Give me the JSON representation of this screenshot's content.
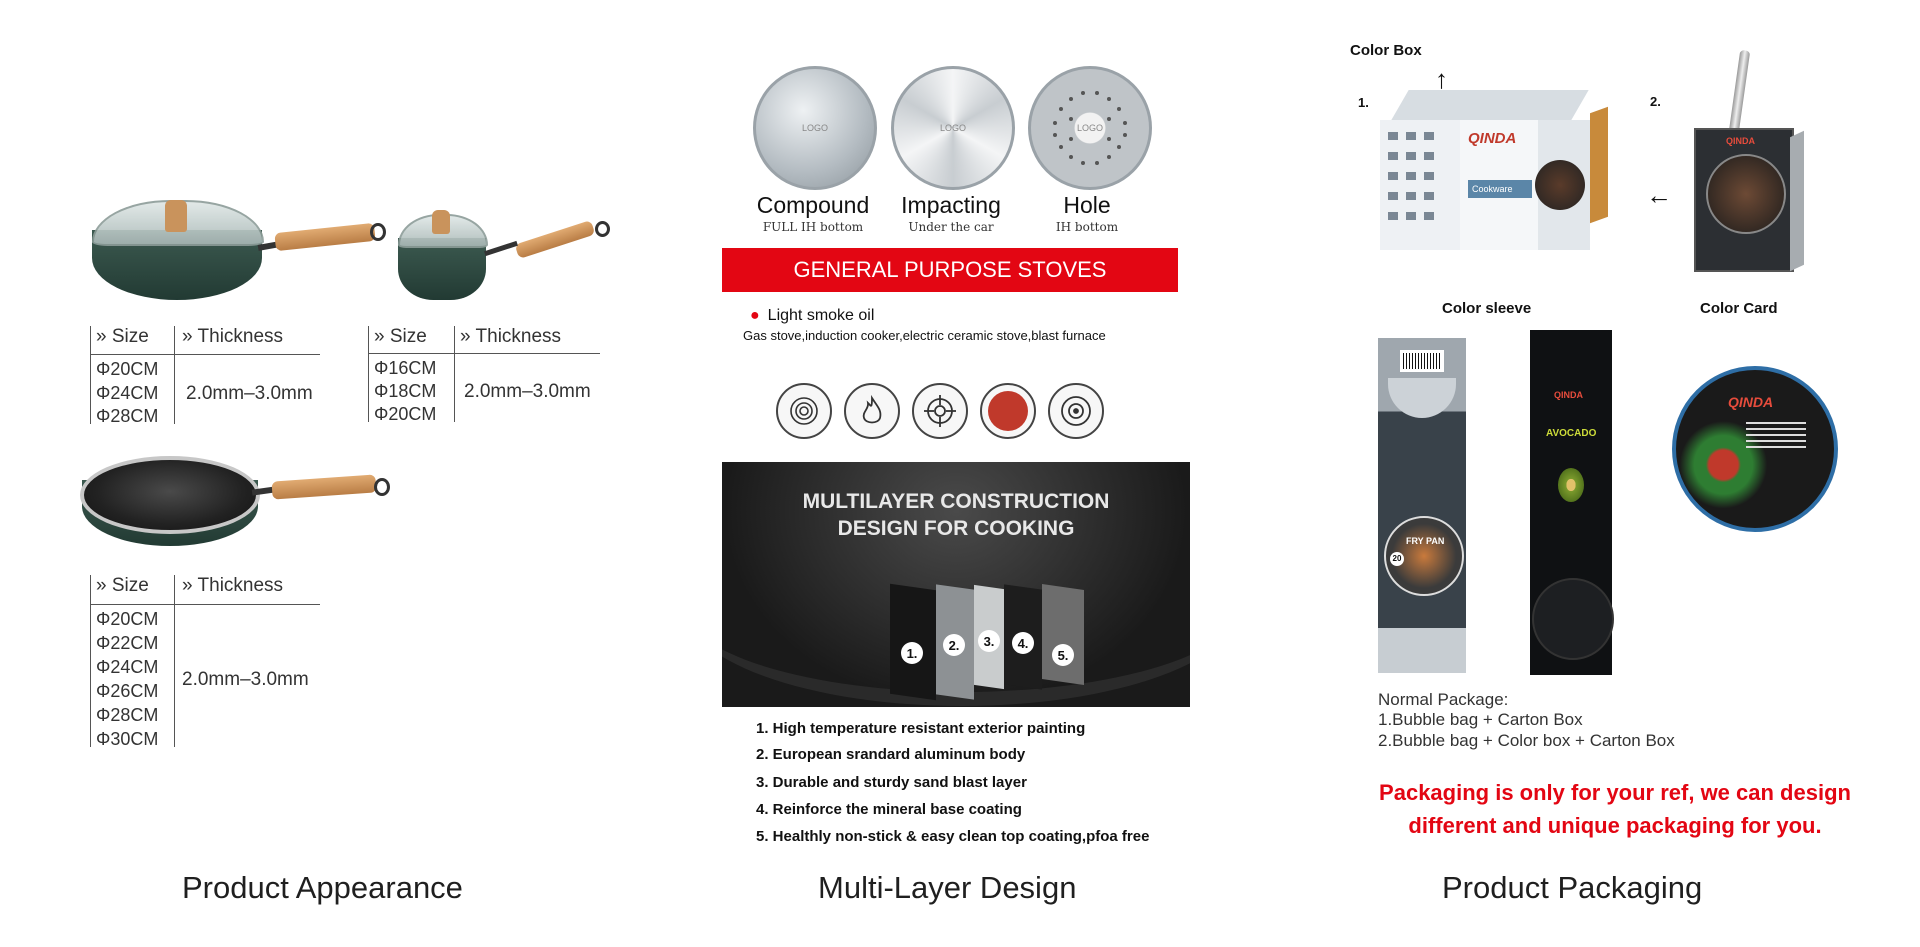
{
  "panel1": {
    "caption": "Product Appearance",
    "table1": {
      "size_hdr": "Size",
      "thick_hdr": "Thickness",
      "sizes": [
        "Φ20CM",
        "Φ24CM",
        "Φ28CM"
      ],
      "thickness": "2.0mm–3.0mm"
    },
    "table2": {
      "size_hdr": "Size",
      "thick_hdr": "Thickness",
      "sizes": [
        "Φ16CM",
        "Φ18CM",
        "Φ20CM"
      ],
      "thickness": "2.0mm–3.0mm"
    },
    "table3": {
      "size_hdr": "Size",
      "thick_hdr": "Thickness",
      "sizes": [
        "Φ20CM",
        "Φ22CM",
        "Φ24CM",
        "Φ26CM",
        "Φ28CM",
        "Φ30CM"
      ],
      "thickness": "2.0mm–3.0mm"
    }
  },
  "panel2": {
    "caption": "Multi-Layer Design",
    "logo_text": "LOGO",
    "bottoms": [
      {
        "label": "Compound",
        "sub": "FULL IH bottom"
      },
      {
        "label": "Impacting",
        "sub": "Under the car"
      },
      {
        "label": "Hole",
        "sub": "IH bottom"
      }
    ],
    "banner": "GENERAL PURPOSE STOVES",
    "bullet": "Light smoke oil",
    "stoves": "Gas stove,induction cooker,electric ceramic stove,blast furnace",
    "stove_icons": [
      "induction-coil-icon",
      "flame-icon",
      "gas-burner-icon",
      "ceramic-plate-icon",
      "hot-plate-icon"
    ],
    "construction_title_1": "MULTILAYER CONSTRUCTION",
    "construction_title_2": "DESIGN FOR COOKING",
    "layer_numbers": [
      "1.",
      "2.",
      "3.",
      "4.",
      "5."
    ],
    "layers": [
      "1. High temperature resistant exterior painting",
      "2. European srandard aluminum body",
      "3. Durable and sturdy sand blast layer",
      "4. Reinforce the mineral base coating",
      "5. Healthly non-stick & easy clean top coating,pfoa free"
    ]
  },
  "panel3": {
    "caption": "Product Packaging",
    "color_box": "Color Box",
    "num1": "1.",
    "num2": "2.",
    "color_sleeve": "Color sleeve",
    "color_card": "Color Card",
    "brand": "QINDA",
    "cookware": "Cookware",
    "fry_pan": "FRY PAN",
    "avocado": "AVOCADO",
    "size_badge": "20",
    "normal_title": "Normal Package:",
    "normal_1": "1.Bubble bag + Carton Box",
    "normal_2": "2.Bubble bag + Color box + Carton Box",
    "note_1": "Packaging is only for your ref, we can design",
    "note_2": "different and unique packaging for you."
  }
}
